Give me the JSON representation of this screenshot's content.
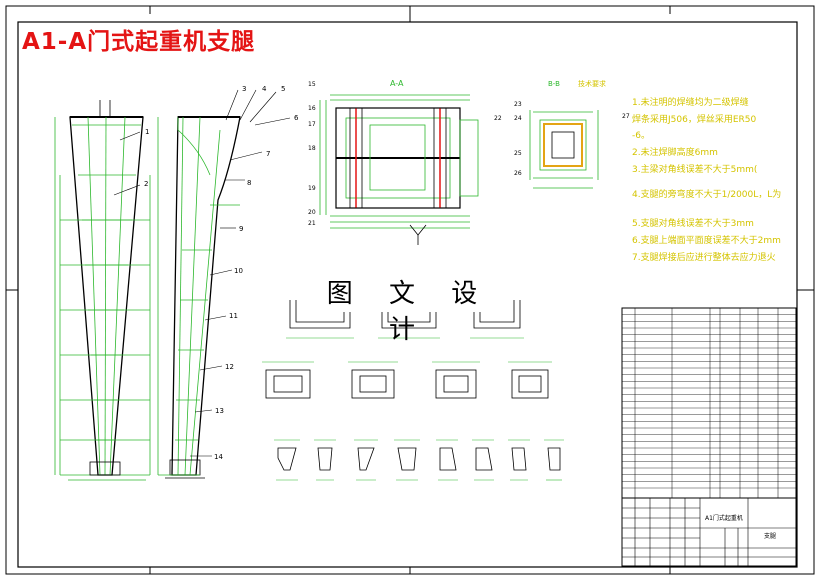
{
  "title": "A1-A门式起重机支腿",
  "watermark": "图 文 设 计",
  "section_labels": {
    "aa": "A-A",
    "bb": "B-B",
    "notes_title": "技术要求"
  },
  "part_numbers": {
    "n1": "1",
    "n2": "2",
    "n3": "3",
    "n4": "4",
    "n5": "5",
    "n6": "6",
    "n7": "7",
    "n8": "8",
    "n9": "9",
    "n10": "10",
    "n11": "11",
    "n12": "12",
    "n13": "13",
    "n14": "14",
    "n15": "15",
    "n16": "16",
    "n17": "17",
    "n18": "18",
    "n19": "19",
    "n20": "20",
    "n21": "21",
    "n22": "22",
    "n23": "23",
    "n24": "24",
    "n25": "25",
    "n26": "26",
    "n27": "27"
  },
  "notes": [
    "1.未注明的焊缝均为二级焊缝",
    "焊条采用J506，焊丝采用ER50",
    "-6。",
    "2.未注焊脚高度6mm",
    "3.主梁对角线误差不大于5mm(",
    "4.支腿的旁弯度不大于1/2000L，L为",
    "5.支腿对角线误差不大于3mm",
    "6.支腿上端面平面度误差不大于2mm",
    "7.支腿焊接后应进行整体去应力退火"
  ],
  "title_block": {
    "name": "A1门式起重机",
    "part": "支腿"
  }
}
